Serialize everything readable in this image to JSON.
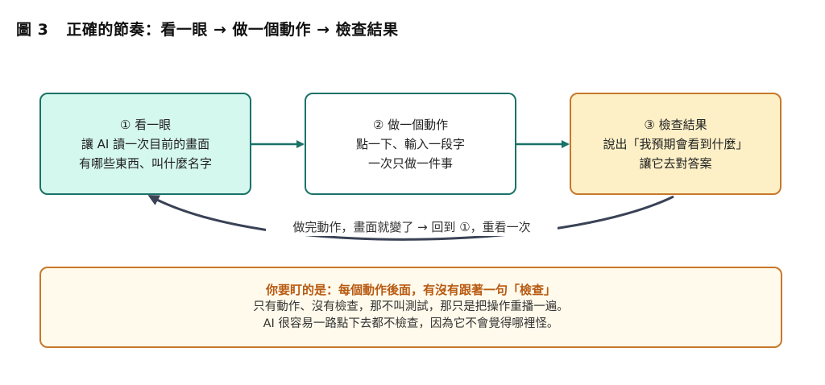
{
  "figure": {
    "number": "圖 3",
    "title": "正確的節奏：看一眼 → 做一個動作 → 檢查結果"
  },
  "steps": [
    {
      "heading": "① 看一眼",
      "lines": [
        "讓 AI 讀一次目前的畫面",
        "有哪些東西、叫什麼名字"
      ]
    },
    {
      "heading": "② 做一個動作",
      "lines": [
        "點一下、輸入一段字",
        "一次只做一件事"
      ]
    },
    {
      "heading": "③ 檢查結果",
      "lines": [
        "說出「我預期會看到什麼」",
        "讓它去對答案"
      ]
    }
  ],
  "loop_label": "做完動作，畫面就變了 → 回到 ①，重看一次",
  "callout": {
    "title": "你要盯的是：每個動作後面，有沒有跟著一句「檢查」",
    "lines": [
      "只有動作、沒有檢查，那不叫測試，那只是把操作重播一遍。",
      "AI 很容易一路點下去都不檢查，因為它不會覺得哪裡怪。"
    ]
  },
  "colors": {
    "teal": "#1a7268",
    "orange": "#c8782a",
    "loop_arrow": "#3a4256"
  }
}
